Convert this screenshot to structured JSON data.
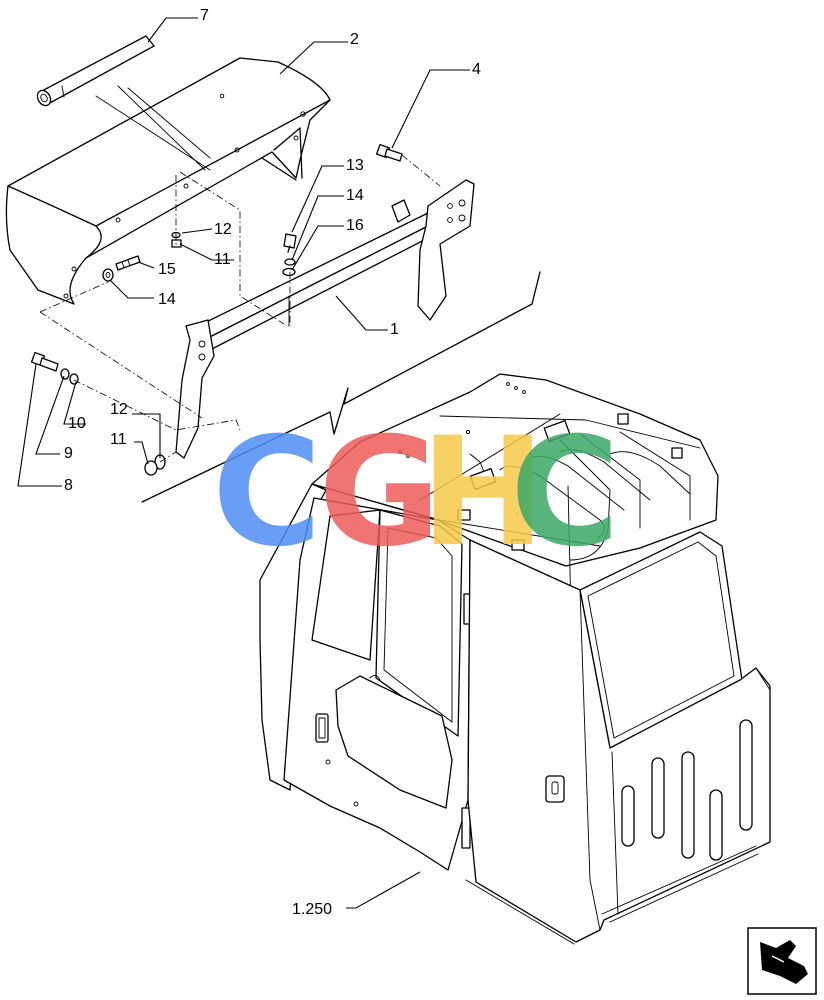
{
  "callouts": {
    "c7": "7",
    "c2": "2",
    "c4": "4",
    "c13": "13",
    "c14a": "14",
    "c16": "16",
    "c12a": "12",
    "c11a": "11",
    "c15": "15",
    "c14b": "14",
    "c1": "1",
    "c10": "10",
    "c9": "9",
    "c8": "8",
    "c12b": "12",
    "c11b": "11",
    "c1250": "1.250"
  },
  "watermark": {
    "letters": [
      "C",
      "G",
      "H",
      "C"
    ],
    "colors": [
      "#4e8ef4",
      "#ee5c5a",
      "#f7c94a",
      "#3aa867"
    ]
  },
  "nav_icon": "next-page-arrow-icon"
}
